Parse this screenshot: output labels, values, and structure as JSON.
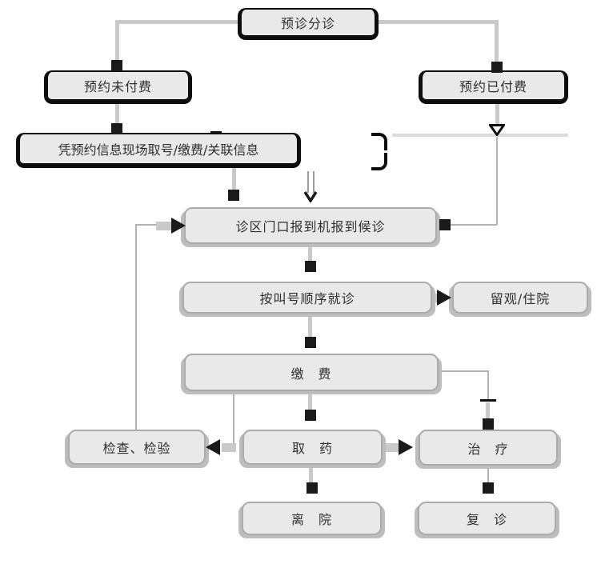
{
  "nodes": {
    "triage": {
      "label": "预诊分诊"
    },
    "appointment_unpaid": {
      "label": "预约未付费"
    },
    "appointment_paid": {
      "label": "预约已付费"
    },
    "onsite_registration": {
      "label": "凭预约信息现场取号/缴费/关联信息"
    },
    "checkin_waiting": {
      "label": "诊区门口报到机报到候诊"
    },
    "consult_in_order": {
      "label": "按叫号顺序就诊"
    },
    "observation": {
      "label": "留观/住院"
    },
    "payment": {
      "label": "缴　费"
    },
    "examination": {
      "label": "检查、检验"
    },
    "dispensary": {
      "label": "取　药"
    },
    "treatment": {
      "label": "治　疗"
    },
    "leave_hospital": {
      "label": "离　院"
    },
    "follow_up": {
      "label": "复　诊"
    }
  },
  "colors": {
    "node_fill": "#e9e9e9",
    "dark_node_border": "#0d0d0d",
    "light_node_border": "#ababab",
    "light_node_shadow": "#bdbdbd",
    "connector_thick": "#c9c9c9",
    "connector_thin": "#b3b3b3",
    "marker_black": "#1a1a1a"
  }
}
